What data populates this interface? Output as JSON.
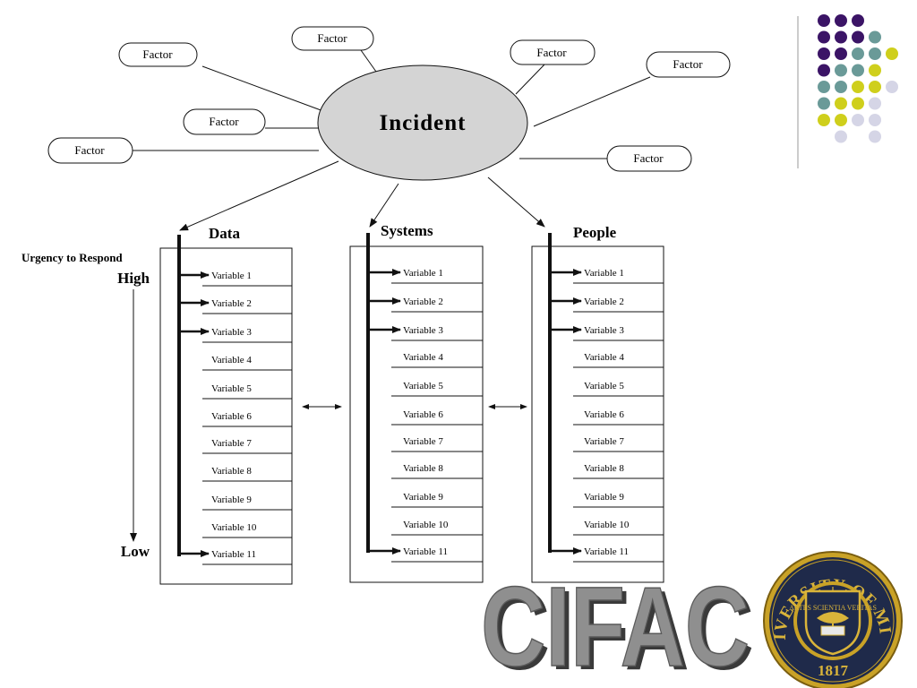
{
  "incident": {
    "label": "Incident",
    "fill": "#d4d4d4"
  },
  "factors": [
    "Factor",
    "Factor",
    "Factor",
    "Factor",
    "Factor",
    "Factor",
    "Factor"
  ],
  "columns": [
    {
      "title": "Data",
      "variables": [
        "Variable 1",
        "Variable 2",
        "Variable 3",
        "Variable 4",
        "Variable 5",
        "Variable 6",
        "Variable 7",
        "Variable 8",
        "Variable 9",
        "Variable 10",
        "Variable 11"
      ]
    },
    {
      "title": "Systems",
      "variables": [
        "Variable 1",
        "Variable 2",
        "Variable 3",
        "Variable 4",
        "Variable 5",
        "Variable 6",
        "Variable 7",
        "Variable 8",
        "Variable 9",
        "Variable 10",
        "Variable 11"
      ]
    },
    {
      "title": "People",
      "variables": [
        "Variable 1",
        "Variable 2",
        "Variable 3",
        "Variable 4",
        "Variable 5",
        "Variable 6",
        "Variable 7",
        "Variable 8",
        "Variable 9",
        "Variable 10",
        "Variable 11"
      ]
    }
  ],
  "urgency": {
    "title": "Urgency to Respond",
    "high": "High",
    "low": "Low"
  },
  "logo": {
    "text": "CIFAC",
    "color": "#8f8f8f"
  },
  "seal": {
    "top_text": "THE UNIVERSITY OF MICHIGAN",
    "motto": "ARTES SCIENTIA VERITAS",
    "year": "1817",
    "gold": "#c9a227",
    "navy": "#1f2a4a"
  },
  "decor": {
    "colors": {
      "purple": "#3b1466",
      "teal": "#6a9a98",
      "yellow": "#cfcf1c",
      "lavender": "#d5d5e6"
    },
    "dot_rows": [
      [
        "purple",
        "purple",
        "purple"
      ],
      [
        "purple",
        "purple",
        "purple",
        "teal"
      ],
      [
        "purple",
        "purple",
        "teal",
        "teal",
        "yellow"
      ],
      [
        "purple",
        "teal",
        "teal",
        "yellow"
      ],
      [
        "teal",
        "teal",
        "yellow",
        "yellow",
        "lavender"
      ],
      [
        "teal",
        "yellow",
        "yellow",
        "lavender"
      ],
      [
        "yellow",
        "yellow",
        "lavender",
        "lavender"
      ],
      [
        "",
        "lavender",
        "",
        "lavender"
      ]
    ]
  }
}
